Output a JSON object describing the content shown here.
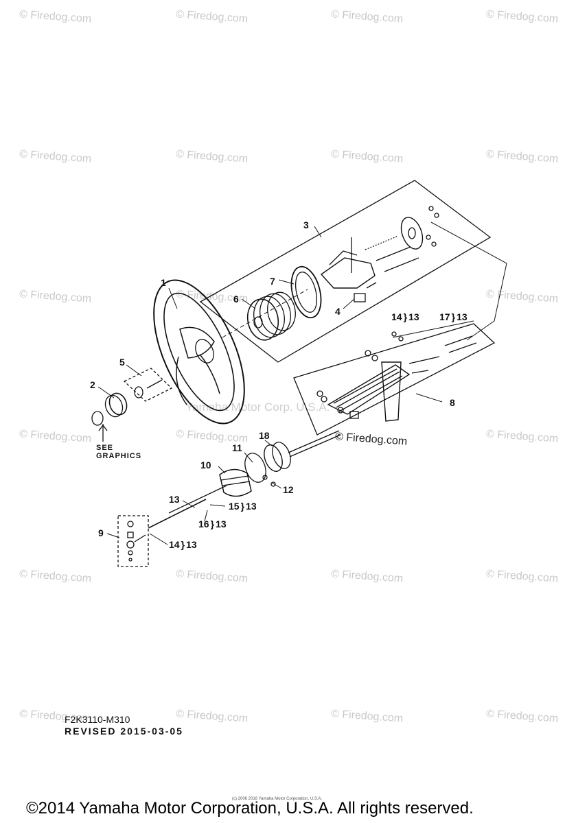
{
  "watermark": {
    "text": "© Firedog.com",
    "center_text": "Yamaha Motor Corp. U.S.A.",
    "mid_text": "© Firedog.com"
  },
  "callouts": {
    "c1": "1",
    "c2": "2",
    "c3": "3",
    "c4": "4",
    "c5": "5",
    "c6": "6",
    "c7": "7",
    "c8": "8",
    "c9": "9",
    "c10": "10",
    "c11": "11",
    "c12": "12",
    "c13": "13",
    "c14a_left": "14",
    "c14a_right": "13",
    "c17_left": "17",
    "c17_right": "13",
    "c15_left": "15",
    "c15_right": "13",
    "c16_left": "16",
    "c16_right": "13",
    "c14b_left": "14",
    "c14b_right": "13",
    "c18": "18"
  },
  "see_graphics": {
    "line1": "SEE",
    "line2": "GRAPHICS"
  },
  "footer": {
    "code": "F2K3110-M310",
    "revised": "REVISED 2015-03-05",
    "tiny": "(c) 2006 2016 Yamaha Motor Corporation, U.S.A.",
    "copyright": "©2014 Yamaha Motor Corporation, U.S.A. All rights reserved."
  },
  "colors": {
    "ink": "#111111",
    "watermark": "#c9c9c9",
    "background": "#ffffff"
  }
}
